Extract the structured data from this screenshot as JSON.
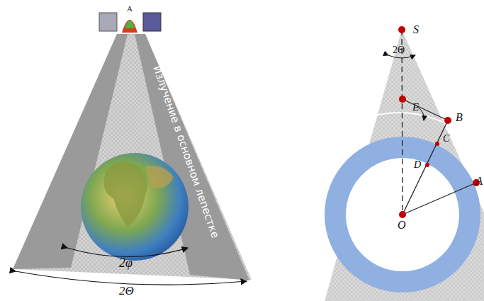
{
  "diagram": {
    "labels": [
      "A",
      "Излучение в основном лепестке",
      "2φ",
      "2Θ",
      "S",
      "2Θ",
      "E",
      "B",
      "C",
      "D",
      "O",
      "A"
    ]
  }
}
